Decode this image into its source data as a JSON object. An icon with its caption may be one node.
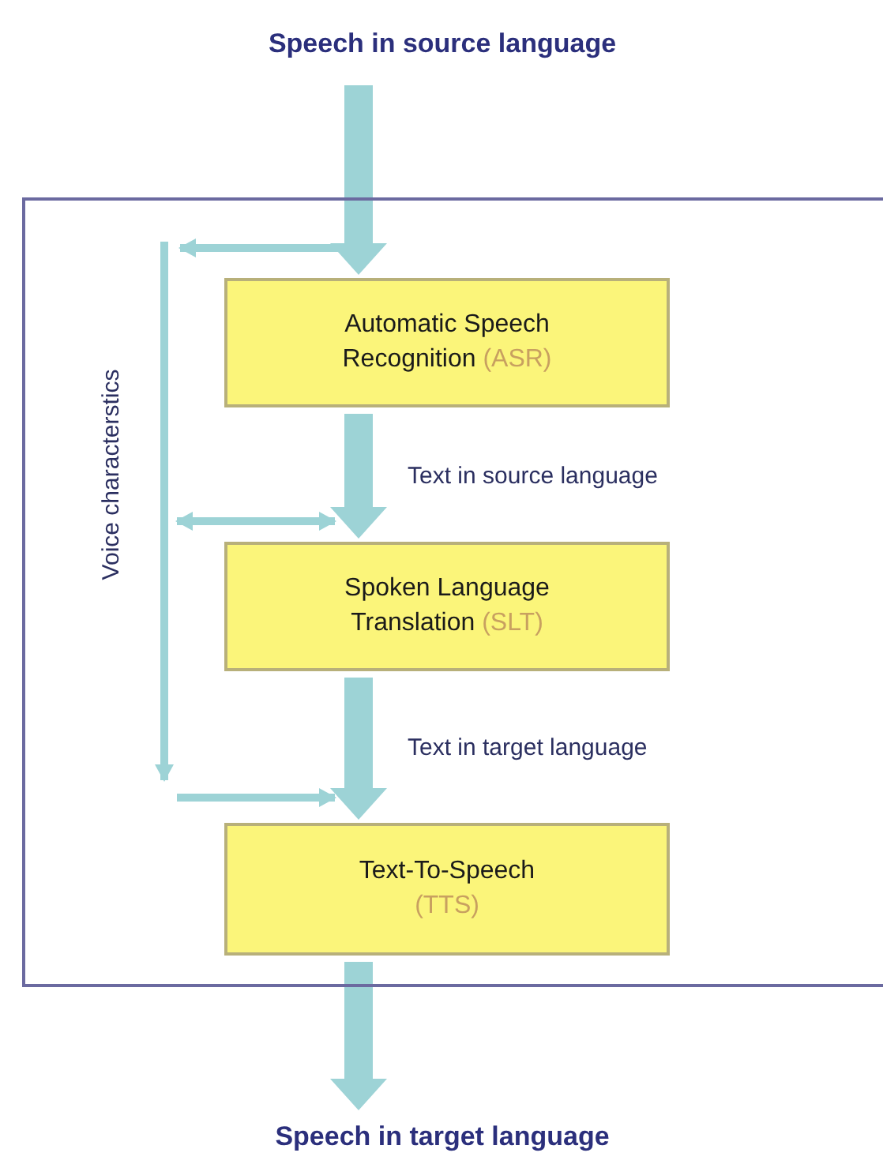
{
  "diagram": {
    "nodes": [
      {
        "text": [
          "Speech in source language"
        ]
      },
      {
        "text": [],
        "shape": "box"
      },
      {
        "text": [
          "Automatic Speech Recognition",
          "(ASR)"
        ],
        "in": 1
      },
      {
        "text": [
          "Spoken Language Translation",
          "(SLT)"
        ],
        "in": 1
      },
      {
        "text": [
          "Text-To-Speech",
          "(TTS)"
        ],
        "in": 1
      },
      {
        "text": [
          "Speech in target language"
        ]
      }
    ],
    "edges": [
      {
        "from": 0,
        "to": 2,
        "arrow": "to",
        "style": "thick"
      },
      {
        "from": 2,
        "to": 3,
        "arrow": "to",
        "style": "thick",
        "label": "Text in source language"
      },
      {
        "from": 3,
        "to": 4,
        "arrow": "to",
        "style": "thick",
        "label": "Text in target language"
      },
      {
        "from": 4,
        "to": 5,
        "arrow": "to",
        "style": "thick"
      },
      {
        "from": null,
        "to": 3,
        "arrow": "both"
      },
      {
        "from": null,
        "to": 4,
        "arrow": "to"
      }
    ],
    "labels": [
      "Voice characterstics"
    ]
  }
}
